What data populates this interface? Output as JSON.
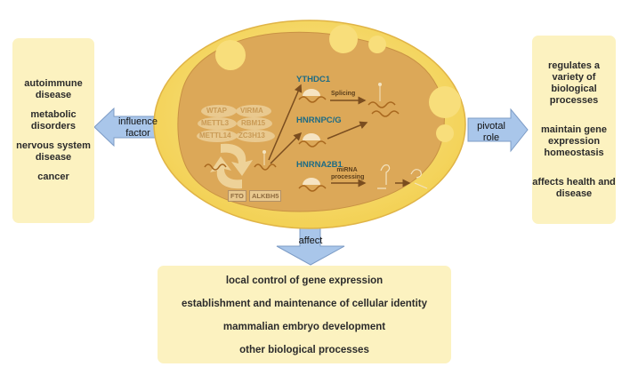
{
  "left_box": {
    "items": [
      "autoimmune disease",
      "metabolic disorders",
      "nervous system disease",
      "cancer"
    ]
  },
  "right_box": {
    "items": [
      "regulates a variety of biological processes",
      "maintain gene expression homeostasis",
      "affects health and disease"
    ]
  },
  "bottom_box": {
    "items": [
      "local control of gene expression",
      "establishment and maintenance of cellular identity",
      "mammalian embryo development",
      "other biological processes"
    ]
  },
  "arrows": {
    "left": "influence factor",
    "right": "pivotal role",
    "bottom": "affect"
  },
  "cell": {
    "writers": [
      "WTAP",
      "VIRMA",
      "METTL3",
      "RBM15",
      "METTL14",
      "ZC3H13"
    ],
    "erasers": [
      "FTO",
      "ALKBH5"
    ],
    "readers": [
      "YTHDC1",
      "HNRNPC/G",
      "HNRNA2B1"
    ],
    "processes": [
      "Splicing",
      "miRNA processing"
    ]
  },
  "colors": {
    "panel": "#fcf2c0",
    "arrow": "#a9c6ea",
    "cell_outer": "#f6d86a",
    "cell_inner": "#dca858",
    "reader_text": "#1c6b85"
  }
}
